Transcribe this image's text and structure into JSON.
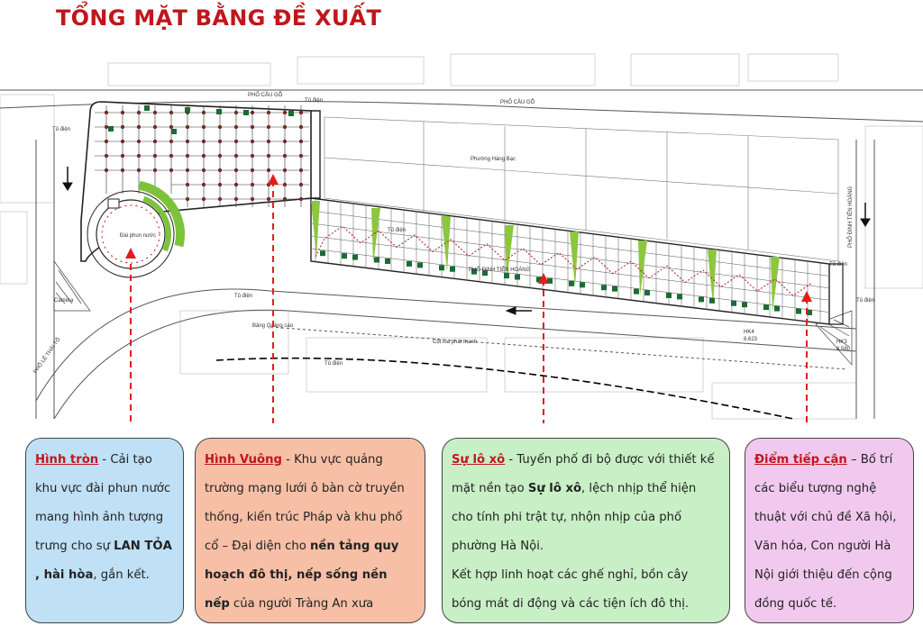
{
  "title": "TỔNG MẶT BẰNG ĐỀ XUẤT",
  "plan": {
    "labels": {
      "street_top_1": "PHỐ CẦU GỖ",
      "street_top_2": "PHỐ CẦU GỖ",
      "ward": "Phường Hàng Bạc",
      "fountain": "Đài phun nước",
      "street_left": "PHỐ LÊ THÁI TỔ",
      "street_right": "PHỐ ĐINH TIÊN HOÀNG",
      "street_mid": "PHỐ ĐINH TIÊN HOÀNG",
      "billboard": "Bảng Quảng cáo",
      "pole": "Cột loa phát thanh",
      "hk4": "HK4",
      "hk4_val": "8.623",
      "hk3": "HK3",
      "hk3_val": "8.580",
      "camera": "Camera",
      "tu_dien": "Tủ điện"
    }
  },
  "boxes": {
    "b1": {
      "head": "Hình tròn",
      "text1": " - Cải tạo khu vực đài phun nước mang hình ảnh tượng trưng cho sự ",
      "bold1": "LAN TỎA , hài hòa",
      "text2": ", gắn kết."
    },
    "b2": {
      "head": "Hình Vuông",
      "text1": " - Khu vực quảng trường mạng lưới ô bàn cờ truyền thống, kiến trúc Pháp và khu phố cổ – Đại diện cho ",
      "bold1": "nền tảng quy hoạch đô thị, nếp sống nền nếp",
      "text2": " của người Tràng An xưa"
    },
    "b3": {
      "head": "Sự lô xô",
      "text1": " - Tuyến phố đi bộ được với thiết kế mặt nền tạo ",
      "bold1": "Sự lô xô",
      "text2": ", lệch nhịp thể hiện cho tính phi trật tự, nhộn nhịp của phố phường Hà Nội.",
      "text3": "Kết hợp linh hoạt các ghế nghỉ, bồn cây bóng mát di động và các tiện ích đô thị."
    },
    "b4": {
      "head": "Điểm tiếp cận",
      "text1": " – Bố trí các biểu tượng nghệ thuật với chủ đề Xã hội, Văn hóa, Con người Hà Nội giới thiệu đến cộng đồng quốc tế."
    }
  }
}
